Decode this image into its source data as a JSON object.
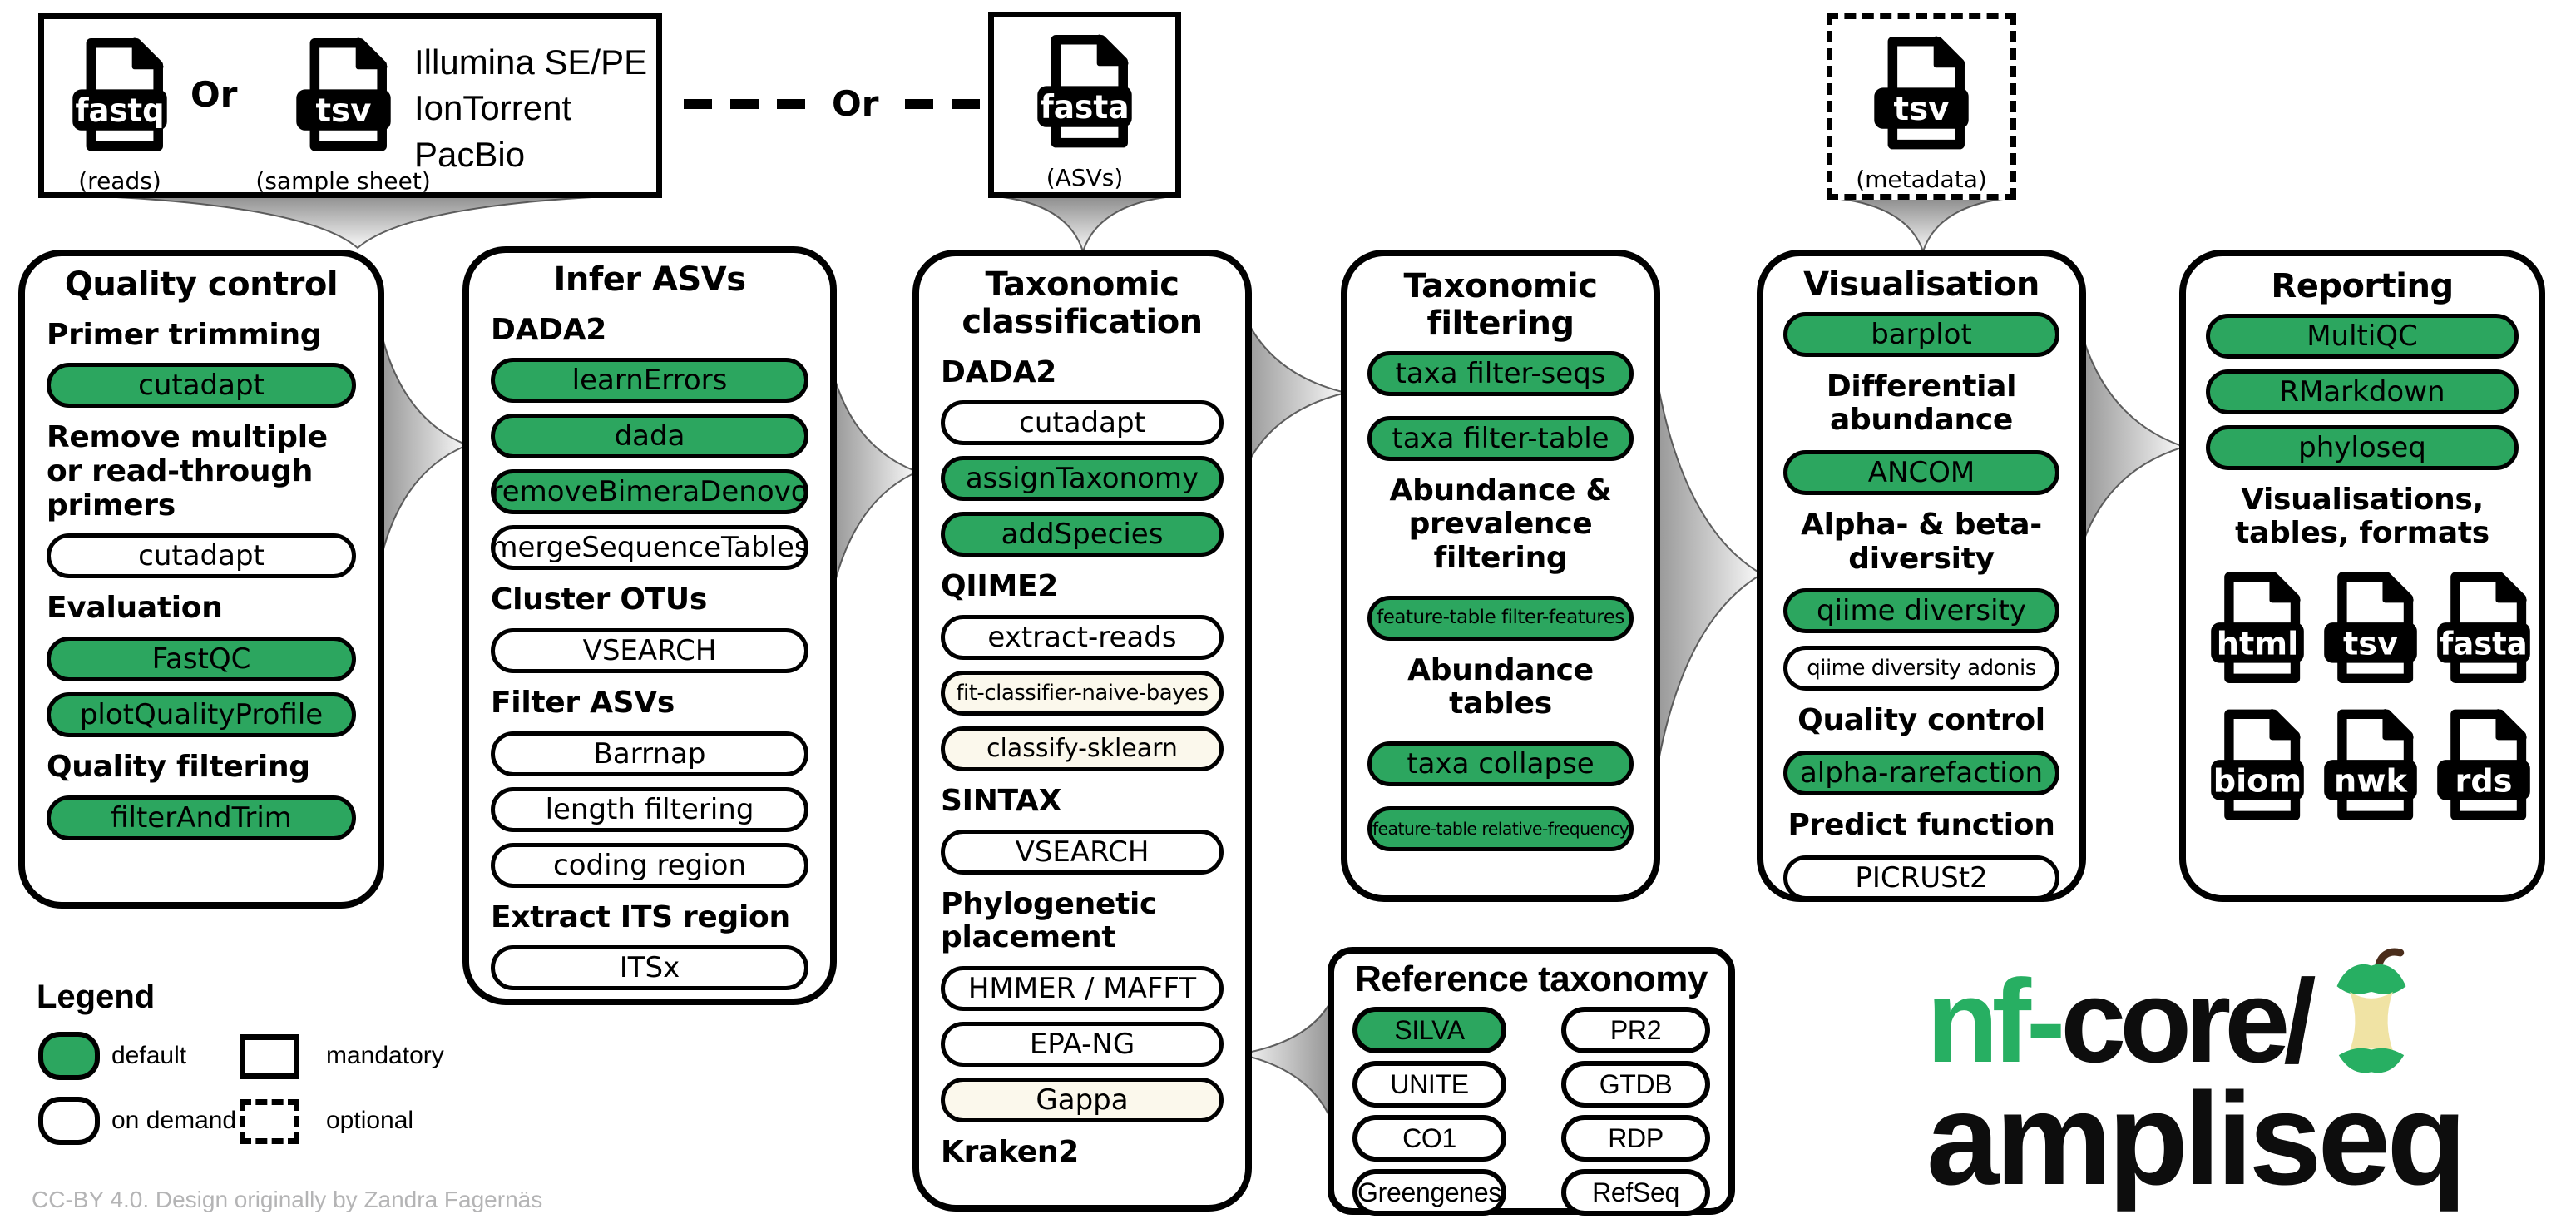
{
  "colors": {
    "green": "#2CA65F",
    "tint": "#FBF8EC",
    "logo_green": "#27AF62",
    "apple_core": "#F0E3A4",
    "apple_stem": "#4A2D1B",
    "funnel_dark": "#8D8D8D",
    "funnel_light": "#FAFAFA",
    "footer_gray": "#B4B4B5"
  },
  "inputs": {
    "reads_box": {
      "files": [
        {
          "format": "fastq",
          "caption": "(reads)"
        },
        {
          "format": "tsv",
          "caption": "(sample sheet)"
        }
      ],
      "or_label": "Or",
      "platforms": "Illumina SE/PE\nIonTorrent\nPacBio"
    },
    "or_separator": {
      "label": "Or"
    },
    "asv_box": {
      "format": "fasta",
      "caption": "(ASVs)"
    },
    "metadata_box": {
      "format": "tsv",
      "caption": "(metadata)"
    }
  },
  "columns": [
    {
      "title": "Quality control",
      "align": "left",
      "sections": [
        {
          "header": "Primer trimming",
          "pills": [
            {
              "label": "cutadapt",
              "variant": "default"
            }
          ]
        },
        {
          "header": "Remove multiple\nor read-through\nprimers",
          "pills": [
            {
              "label": "cutadapt",
              "variant": "on-demand"
            }
          ]
        },
        {
          "header": "Evaluation",
          "pills": [
            {
              "label": "FastQC",
              "variant": "default"
            },
            {
              "label": "plotQualityProfile",
              "variant": "default"
            }
          ]
        },
        {
          "header": "Quality filtering",
          "pills": [
            {
              "label": "filterAndTrim",
              "variant": "default"
            }
          ]
        }
      ]
    },
    {
      "title": "Infer ASVs",
      "align": "left",
      "sections": [
        {
          "header": "DADA2",
          "pills": [
            {
              "label": "learnErrors",
              "variant": "default"
            },
            {
              "label": "dada",
              "variant": "default"
            },
            {
              "label": "removeBimeraDenovo",
              "variant": "default"
            },
            {
              "label": "mergeSequenceTables",
              "variant": "on-demand"
            }
          ]
        },
        {
          "header": "Cluster OTUs",
          "pills": [
            {
              "label": "VSEARCH",
              "variant": "on-demand"
            }
          ]
        },
        {
          "header": "Filter ASVs",
          "pills": [
            {
              "label": "Barrnap",
              "variant": "on-demand"
            },
            {
              "label": "length filtering",
              "variant": "on-demand"
            },
            {
              "label": "coding region",
              "variant": "on-demand"
            }
          ]
        },
        {
          "header": "Extract ITS region",
          "pills": [
            {
              "label": "ITSx",
              "variant": "on-demand"
            }
          ]
        }
      ]
    },
    {
      "title": "Taxonomic\nclassification",
      "align": "left",
      "sections": [
        {
          "header": "DADA2",
          "pills": [
            {
              "label": "cutadapt",
              "variant": "on-demand"
            },
            {
              "label": "assignTaxonomy",
              "variant": "default"
            },
            {
              "label": "addSpecies",
              "variant": "default"
            }
          ]
        },
        {
          "header": "QIIME2",
          "pills": [
            {
              "label": "extract-reads",
              "variant": "on-demand"
            },
            {
              "label": "fit-classifier-naive-bayes",
              "variant": "on-demand",
              "size": "sm",
              "tint": true
            },
            {
              "label": "classify-sklearn",
              "variant": "on-demand",
              "size": "md",
              "tint": true
            }
          ]
        },
        {
          "header": "SINTAX",
          "pills": [
            {
              "label": "VSEARCH",
              "variant": "on-demand"
            }
          ]
        },
        {
          "header": "Phylogenetic\nplacement",
          "pills": [
            {
              "label": "HMMER / MAFFT",
              "variant": "on-demand"
            },
            {
              "label": "EPA-NG",
              "variant": "on-demand"
            },
            {
              "label": "Gappa",
              "variant": "on-demand",
              "tint": true
            }
          ]
        },
        {
          "header": "Kraken2",
          "pills": []
        }
      ]
    },
    {
      "title": "Taxonomic\nfiltering",
      "align": "center",
      "sections": [
        {
          "header": "",
          "pills": [
            {
              "label": "taxa filter-seqs",
              "variant": "default"
            },
            {
              "label": "taxa filter-table",
              "variant": "default"
            }
          ]
        },
        {
          "header": "Abundance &\nprevalence\nfiltering",
          "pills": [
            {
              "label": "feature-table filter-features",
              "variant": "default",
              "size": "xs"
            }
          ]
        },
        {
          "header": "Abundance\ntables",
          "pills": [
            {
              "label": "taxa collapse",
              "variant": "default"
            },
            {
              "label": "feature-table relative-frequency",
              "variant": "default",
              "size": "xxs"
            }
          ]
        }
      ]
    },
    {
      "title": "Visualisation",
      "align": "center",
      "sections": [
        {
          "header": "",
          "pills": [
            {
              "label": "barplot",
              "variant": "default"
            }
          ]
        },
        {
          "header": "Differential\nabundance",
          "pills": [
            {
              "label": "ANCOM",
              "variant": "default"
            }
          ]
        },
        {
          "header": "Alpha- & beta-\ndiversity",
          "pills": [
            {
              "label": "qiime diversity",
              "variant": "default"
            },
            {
              "label": "qiime diversity adonis",
              "variant": "on-demand",
              "size": "sm"
            }
          ]
        },
        {
          "header": "Quality control",
          "pills": [
            {
              "label": "alpha-rarefaction",
              "variant": "default"
            }
          ]
        },
        {
          "header": "Predict function",
          "pills": [
            {
              "label": "PICRUSt2",
              "variant": "on-demand"
            }
          ]
        }
      ]
    },
    {
      "title": "Reporting",
      "align": "center",
      "sections": [
        {
          "header": "",
          "pills": [
            {
              "label": "MultiQC",
              "variant": "default"
            },
            {
              "label": "RMarkdown",
              "variant": "default"
            },
            {
              "label": "phyloseq",
              "variant": "default"
            }
          ]
        },
        {
          "header": "Visualisations,\ntables, formats",
          "pills": [],
          "formats": [
            "html",
            "tsv",
            "fasta",
            "biom",
            "nwk",
            "rds"
          ]
        }
      ]
    }
  ],
  "reference_taxonomy": {
    "title": "Reference taxonomy",
    "columns": [
      [
        {
          "label": "SILVA",
          "variant": "default"
        },
        {
          "label": "UNITE",
          "variant": "on-demand"
        },
        {
          "label": "CO1",
          "variant": "on-demand"
        },
        {
          "label": "Greengenes",
          "variant": "on-demand"
        }
      ],
      [
        {
          "label": "PR2",
          "variant": "on-demand"
        },
        {
          "label": "GTDB",
          "variant": "on-demand"
        },
        {
          "label": "RDP",
          "variant": "on-demand"
        },
        {
          "label": "RefSeq",
          "variant": "on-demand"
        }
      ]
    ]
  },
  "legend": {
    "title": "Legend",
    "items": [
      {
        "swatch": "pill-green",
        "label": "default"
      },
      {
        "swatch": "rect-solid",
        "label": "mandatory"
      },
      {
        "swatch": "pill-white",
        "label": "on demand"
      },
      {
        "swatch": "rect-dashed",
        "label": "optional"
      }
    ]
  },
  "logo": {
    "prefix": "nf",
    "hyphen": "-",
    "suffix": "core/",
    "name": "ampliseq"
  },
  "footer": "CC-BY 4.0. Design originally by Zandra Fagernäs"
}
